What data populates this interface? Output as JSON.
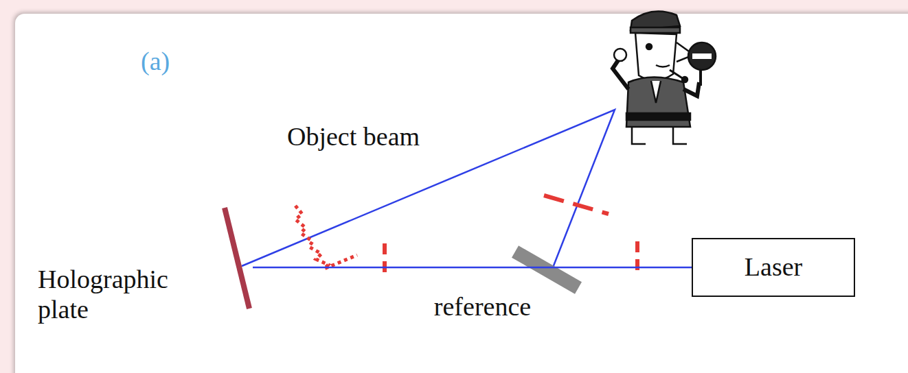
{
  "diagram": {
    "nodes": [
      {
        "text": [
          "Holographic plate"
        ]
      },
      {
        "text": [
          "Laser"
        ]
      }
    ],
    "edges": [
      {
        "from": 1,
        "to": 0,
        "arrow": "none",
        "label": "reference"
      }
    ],
    "labels": [
      "(a)",
      "Object beam"
    ]
  }
}
